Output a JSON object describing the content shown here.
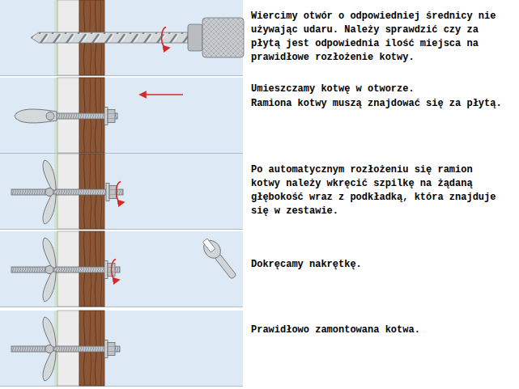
{
  "diagram": {
    "labels": [
      "Wiercimy otwór o odpowiedniej średnicy nie używając udaru. Należy sprawdzić czy za płytą jest odpowiednia ilość miejsca na prawidłowe rozłożenie kotwy.",
      "Umieszczamy kotwę w otworze.",
      "Ramiona kotwy muszą znajdować się za płytą.",
      "Po automatycznym rozłożeniu się ramion kotwy należy wkręcić szpilkę na żądaną głębokość wraz z podkładką, która znajduje się w zestawie.",
      "Dokręcamy nakrętkę.",
      "Prawidłowo zamontowana kotwa."
    ]
  }
}
